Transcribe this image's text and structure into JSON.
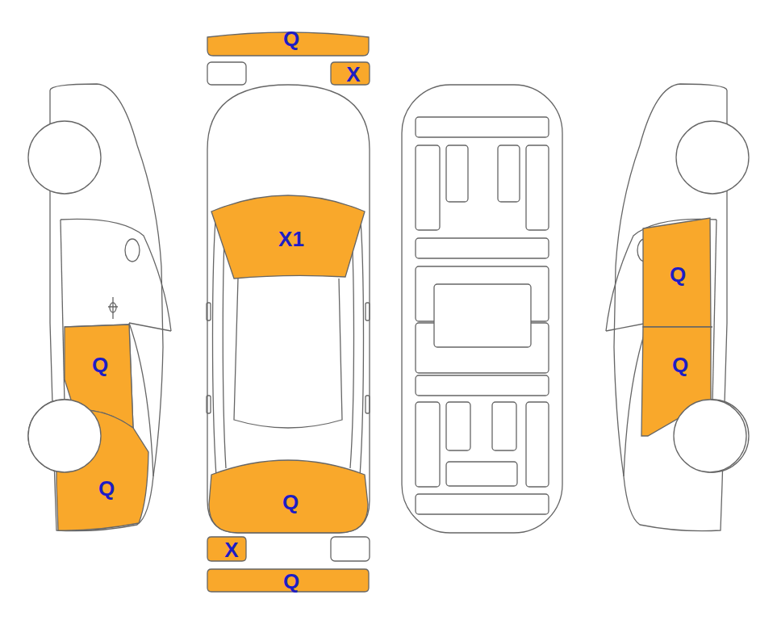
{
  "diagram": {
    "nodes": [
      {
        "text": [
          "Q"
        ]
      },
      {
        "text": [
          "X"
        ]
      },
      {
        "text": [
          "X1"
        ]
      },
      {
        "text": [
          "Q"
        ]
      },
      {
        "text": [
          "Q"
        ]
      },
      {
        "text": [
          "Q"
        ]
      },
      {
        "text": [
          "Q"
        ]
      },
      {
        "text": [
          "Q"
        ]
      },
      {
        "text": [
          "X"
        ]
      },
      {
        "text": [
          "Q"
        ]
      }
    ]
  }
}
